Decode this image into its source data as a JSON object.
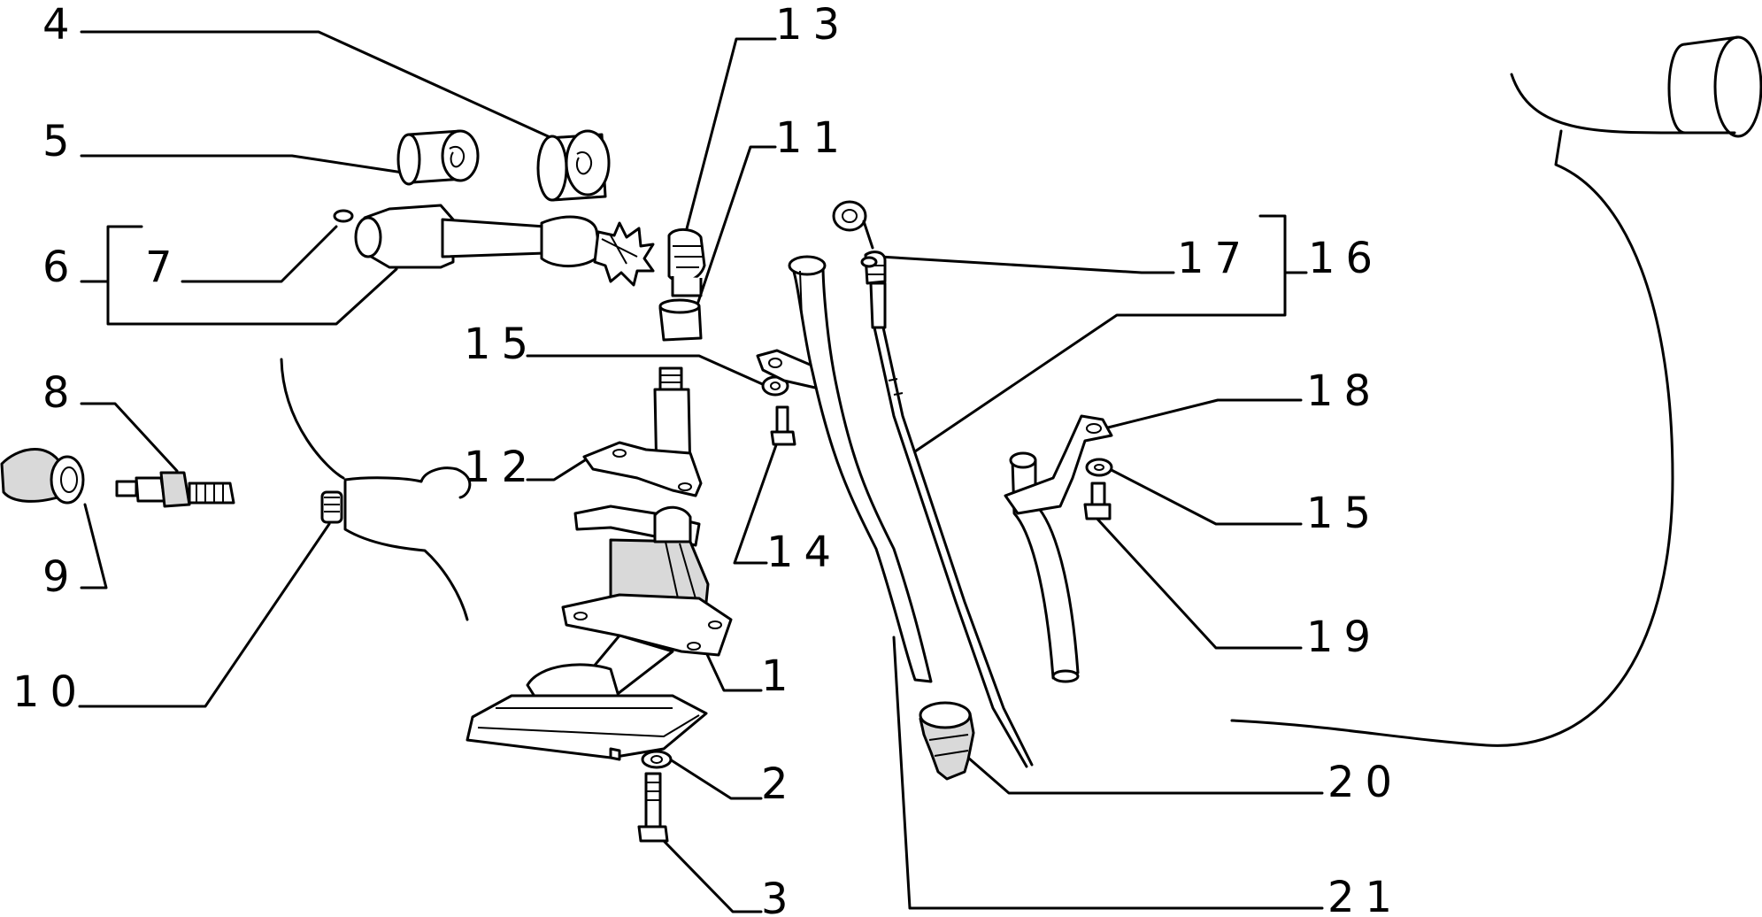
{
  "callouts": {
    "c1": "1",
    "c2": "2",
    "c3": "3",
    "c4": "4",
    "c5": "5",
    "c6": "6",
    "c7": "7",
    "c8": "8",
    "c9": "9",
    "c10": "10",
    "c11": "11",
    "c12": "12",
    "c13": "13",
    "c14": "14",
    "c15a": "15",
    "c15b": "15",
    "c16": "16",
    "c17": "17",
    "c18": "18",
    "c19": "19",
    "c20": "20",
    "c21": "21"
  },
  "colors": {
    "line": "#000000",
    "background": "#ffffff",
    "shade": "#d9d9d9"
  }
}
